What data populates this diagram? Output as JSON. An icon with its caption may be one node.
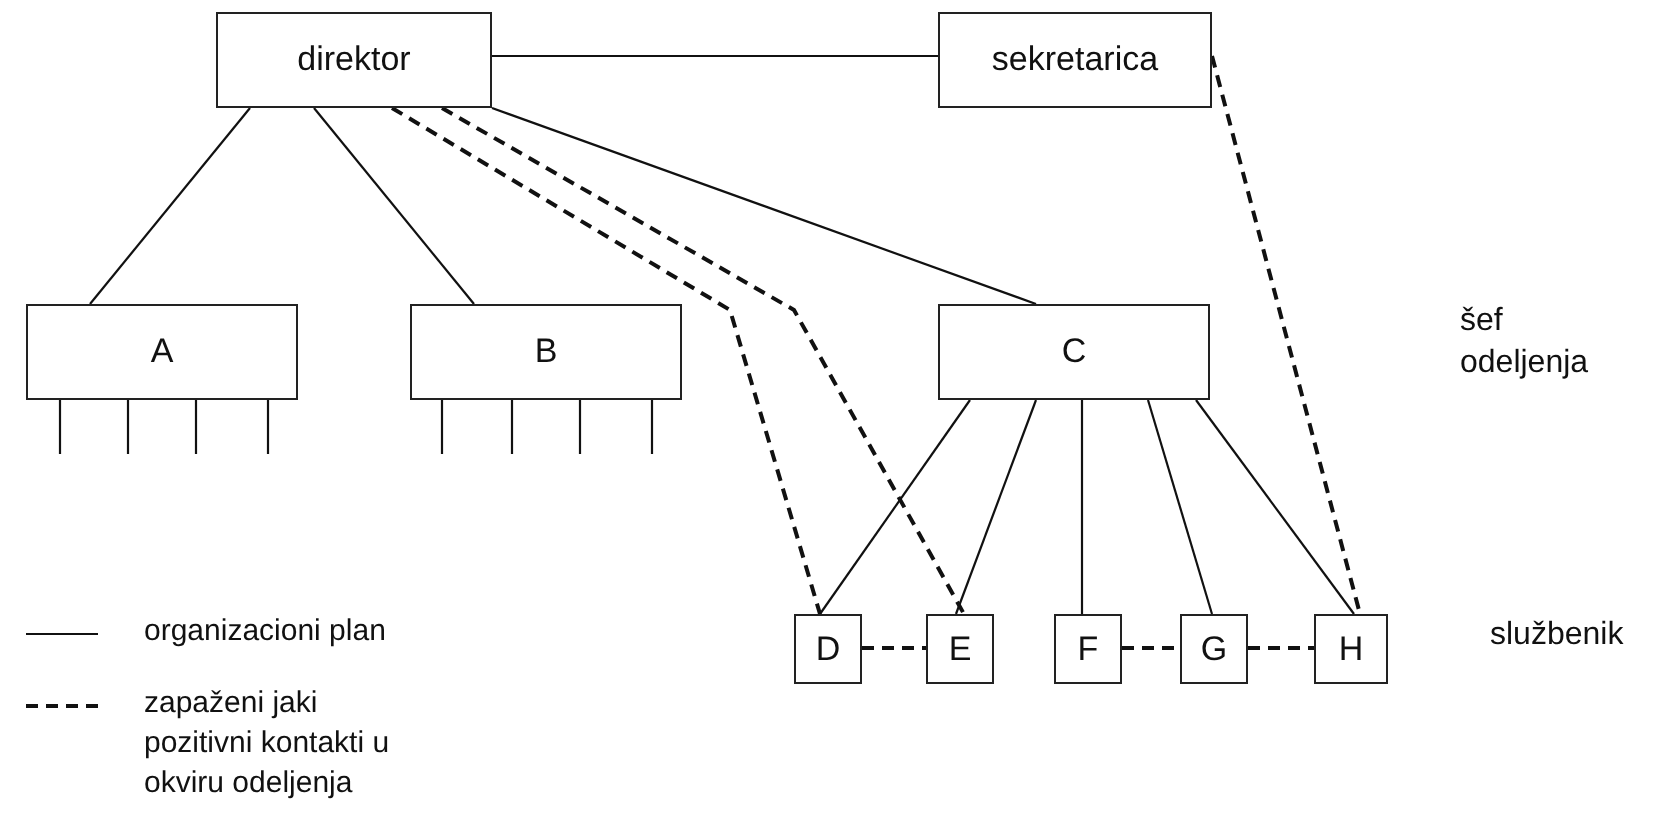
{
  "diagram": {
    "nodes": [
      {
        "text": [
          "direktor"
        ]
      },
      {
        "text": [
          "sekretarica"
        ]
      },
      {
        "text": [
          "A"
        ]
      },
      {
        "text": [
          "B"
        ]
      },
      {
        "text": [
          "C"
        ]
      },
      {
        "text": [
          "D"
        ]
      },
      {
        "text": [
          "E"
        ]
      },
      {
        "text": [
          "F"
        ]
      },
      {
        "text": [
          "G"
        ]
      },
      {
        "text": [
          "H"
        ]
      }
    ],
    "edges": [
      {
        "from": 0,
        "to": 1,
        "arrow": "none"
      },
      {
        "from": 0,
        "to": 2,
        "arrow": "none"
      },
      {
        "from": 0,
        "to": 3,
        "arrow": "none"
      },
      {
        "from": 0,
        "to": 4,
        "arrow": "none"
      },
      {
        "from": 4,
        "to": 5,
        "arrow": "none"
      },
      {
        "from": 4,
        "to": 6,
        "arrow": "none"
      },
      {
        "from": 4,
        "to": 7,
        "arrow": "none"
      },
      {
        "from": 4,
        "to": 8,
        "arrow": "none"
      },
      {
        "from": 4,
        "to": 9,
        "arrow": "none"
      },
      {
        "from": 0,
        "to": 5,
        "arrow": "none",
        "style": "dashed"
      },
      {
        "from": 0,
        "to": 6,
        "arrow": "none",
        "style": "dashed"
      },
      {
        "from": 1,
        "to": 9,
        "arrow": "none",
        "style": "dashed"
      },
      {
        "from": 5,
        "to": 6,
        "arrow": "none",
        "style": "dashed"
      },
      {
        "from": 7,
        "to": 8,
        "arrow": "none",
        "style": "dashed"
      },
      {
        "from": 8,
        "to": 9,
        "arrow": "none",
        "style": "dashed"
      }
    ],
    "labels": [
      "šef odeljenja",
      "službenik"
    ],
    "legend": [
      {
        "text": "organizacioni plan"
      },
      {
        "text": "zapaženi jaki pozitivni kontakti u okviru odeljenja"
      }
    ]
  }
}
